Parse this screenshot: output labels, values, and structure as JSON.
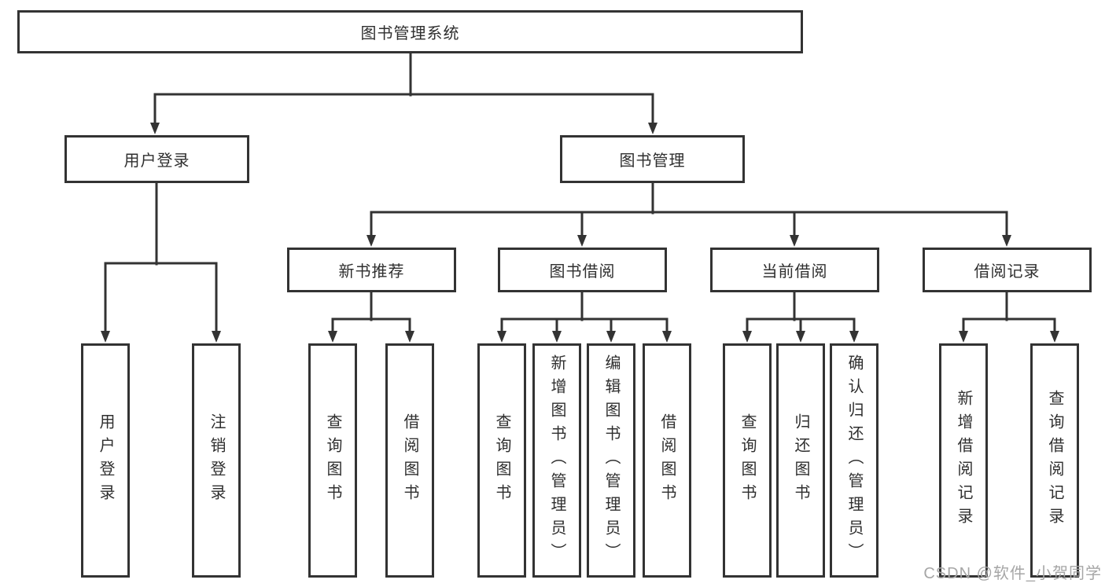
{
  "diagram": {
    "root": {
      "label": "图书管理系统"
    },
    "level2": {
      "user_login": {
        "label": "用户登录"
      },
      "book_mgmt": {
        "label": "图书管理"
      }
    },
    "level3": {
      "new_book": {
        "label": "新书推荐"
      },
      "book_borrow": {
        "label": "图书借阅"
      },
      "current_borrow": {
        "label": "当前借阅"
      },
      "borrow_record": {
        "label": "借阅记录"
      }
    },
    "leaves": {
      "user_login": {
        "label": "用户登录"
      },
      "logout": {
        "label": "注销登录"
      },
      "nb_query": {
        "label": "查询图书"
      },
      "nb_borrow": {
        "label": "借阅图书"
      },
      "bb_query": {
        "label": "查询图书"
      },
      "bb_add": {
        "label": "新增图书（管理员）"
      },
      "bb_edit": {
        "label": "编辑图书（管理员）"
      },
      "bb_borrow": {
        "label": "借阅图书"
      },
      "cb_query": {
        "label": "查询图书"
      },
      "cb_return": {
        "label": "归还图书"
      },
      "cb_confirm": {
        "label": "确认归还（管理员）"
      },
      "br_add": {
        "label": "新增借阅记录"
      },
      "br_query": {
        "label": "查询借阅记录"
      }
    },
    "watermark": "CSDN @软件_小贺同学",
    "colors": {
      "line": "#333333",
      "text": "#2f2f2f",
      "watermark": "#a6a6a6",
      "background": "#ffffff"
    }
  }
}
